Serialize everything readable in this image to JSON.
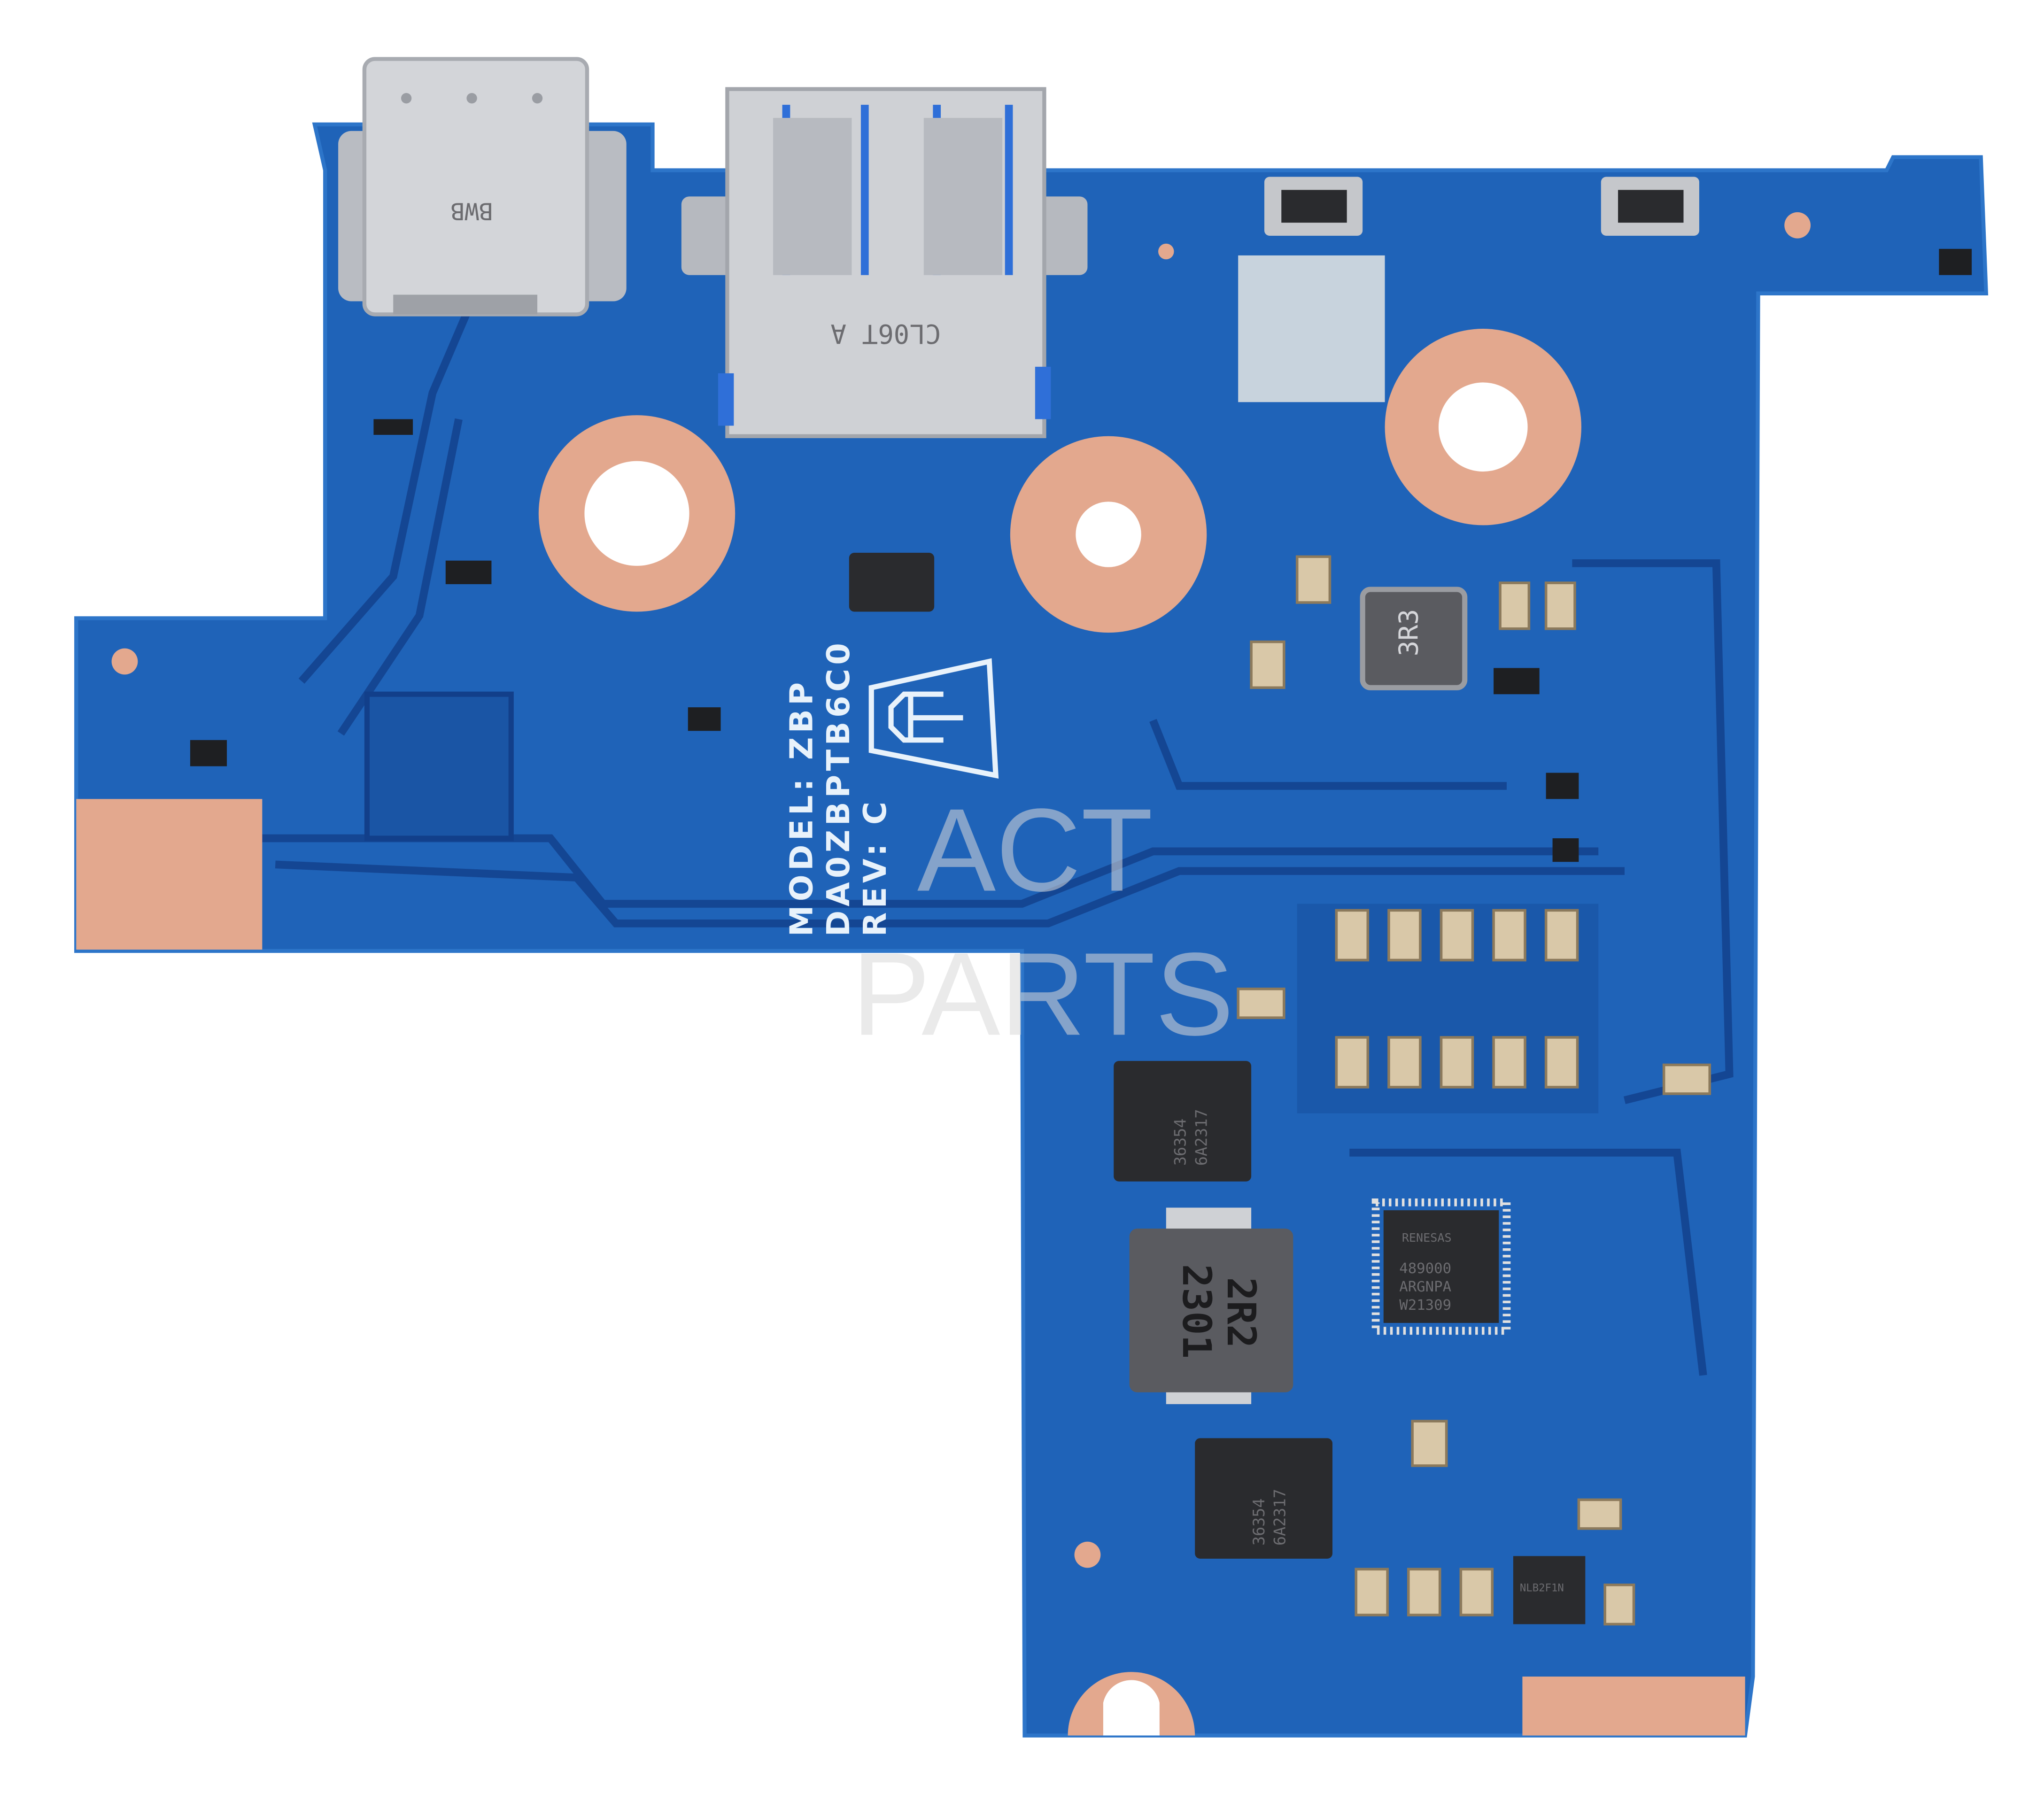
{
  "board": {
    "silkscreen": {
      "model": "MODEL: ZBP",
      "part_number": "DA0ZBPTB6C0",
      "revision": "REV: C"
    },
    "usb_a_marking": "CL06T  A",
    "usb_c_marking": "BWB",
    "inductor_small_label": "3R3",
    "inductor_large_label_1": "2R2",
    "inductor_large_label_2": "2301",
    "controller_chip": {
      "brand": "RENESAS",
      "line1": "489000",
      "line2": "ARGNPA",
      "line3": "W21309"
    },
    "mosfet_upper": {
      "line1": "36354",
      "line2": "6A2317"
    },
    "mosfet_lower": {
      "line1": "36354",
      "line2": "6A2317"
    },
    "small_ic_label": "NLB2F1N"
  },
  "watermark": {
    "line1": "ACT",
    "line2": "PARTS"
  },
  "colors": {
    "pcb": "#1f63b8",
    "pcb_dark": "#123f8a",
    "copper": "#e3a88e",
    "metal": "#c9cbd0",
    "chip": "#2a2b2e"
  }
}
